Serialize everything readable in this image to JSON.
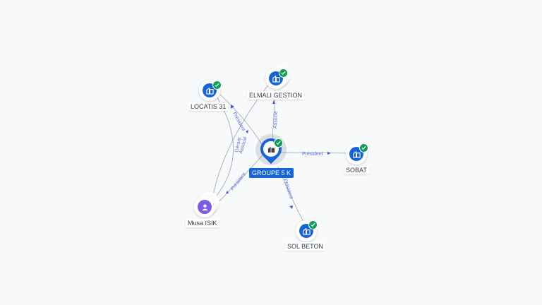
{
  "nodes": {
    "main": {
      "label": "GROUPE 5 K"
    },
    "elmali": {
      "label": "ELMALI GESTION"
    },
    "locatis": {
      "label": "LOCATIS 31"
    },
    "sobat": {
      "label": "SOBAT"
    },
    "solbeton": {
      "label": "SOL BETON"
    },
    "musa": {
      "label": "Musa ISIK"
    }
  },
  "edges": {
    "e1": "Président",
    "e2": "Associé",
    "e3": "Président",
    "e4": "Gérant",
    "e5": "Associé",
    "e6": "Président",
    "e7": "Président"
  },
  "icons": {
    "company": "building-icon",
    "person": "person-icon",
    "verified": "check-icon"
  },
  "colors": {
    "company": "#1565d8",
    "person": "#7c5ce6",
    "verified": "#0f9d58",
    "edge_label": "#5b6ee1"
  }
}
